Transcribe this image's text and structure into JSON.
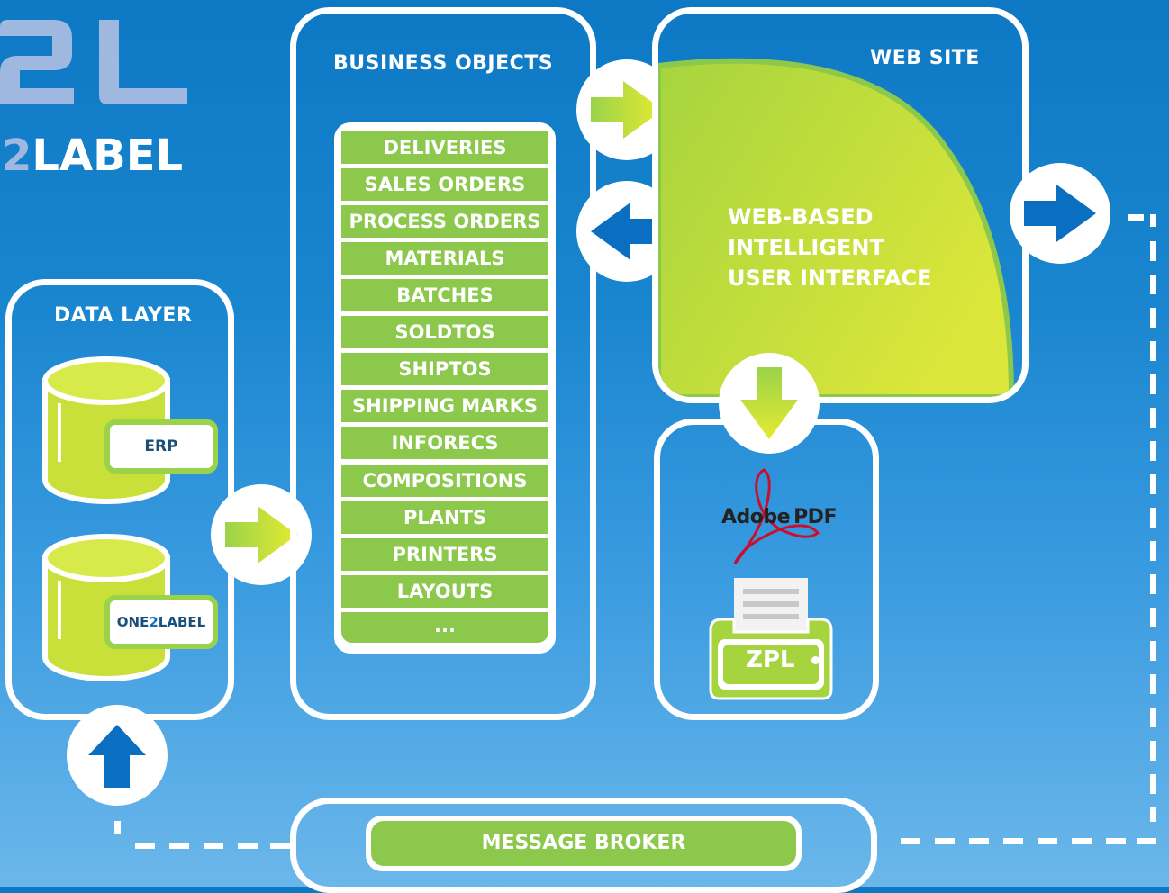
{
  "logo": {
    "brand_prefix": "2",
    "brand_suffix": "LABEL",
    "mark": "2L"
  },
  "data_layer": {
    "title": "DATA LAYER",
    "databases": [
      {
        "label": "ERP"
      }
    ],
    "one2label": {
      "prefix": "ONE",
      "accent": "2",
      "suffix": "LABEL"
    }
  },
  "business_objects": {
    "title": "BUSINESS OBJECTS",
    "items": [
      "DELIVERIES",
      "SALES ORDERS",
      "PROCESS ORDERS",
      "MATERIALS",
      "BATCHES",
      "SOLDTOS",
      "SHIPTOS",
      "SHIPPING MARKS",
      "INFORECS",
      "COMPOSITIONS",
      "PLANTS",
      "PRINTERS",
      "LAYOUTS",
      "..."
    ]
  },
  "web_site": {
    "title": "WEB SITE",
    "description_lines": [
      "WEB-BASED",
      "INTELLIGENT",
      "USER INTERFACE"
    ]
  },
  "output": {
    "pdf_label": "Adobe",
    "pdf_suffix": "PDF",
    "printer_label": "ZPL"
  },
  "message_broker": {
    "label": "MESSAGE BROKER"
  },
  "colors": {
    "accent_green": "#8cc84b",
    "lime": "#d4e33a",
    "blue": "#0a6fc0",
    "brand_light": "#9fb8e0"
  }
}
